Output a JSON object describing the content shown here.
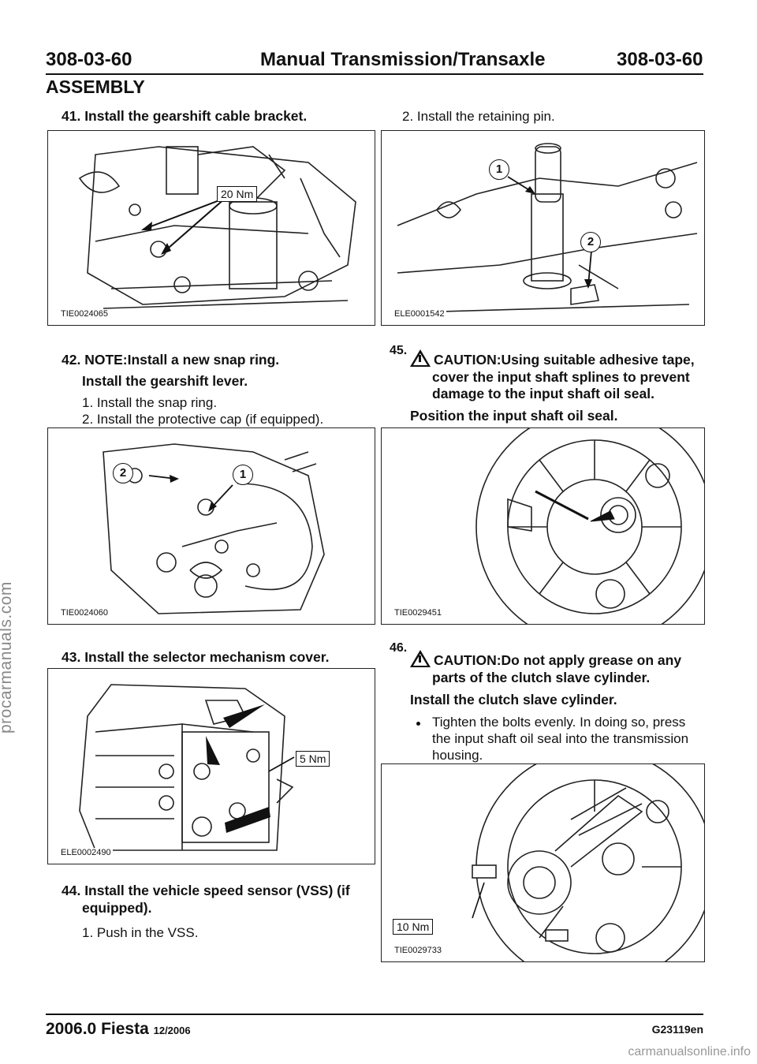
{
  "header": {
    "code_left": "308-03-60",
    "title": "Manual Transmission/Transaxle",
    "code_right": "308-03-60",
    "section": "ASSEMBLY"
  },
  "steps": {
    "s41": {
      "title": "41. Install the gearshift cable bracket.",
      "figure": "TIE0024065",
      "torque": "20 Nm"
    },
    "s41_2": {
      "text": "2. Install the retaining pin.",
      "figure": "ELE0001542",
      "callouts": [
        "1",
        "2"
      ]
    },
    "s42": {
      "note": "42. NOTE:Install a new snap ring.",
      "title": "Install the gearshift lever.",
      "items": [
        "1. Install the snap ring.",
        "2. Install the protective cap (if equipped)."
      ],
      "figure": "TIE0024060",
      "callouts": [
        "2",
        "1"
      ]
    },
    "s45": {
      "num": "45.",
      "caution": "CAUTION:Using suitable adhesive tape,",
      "caution2": "cover the input shaft splines to prevent",
      "caution3": "damage to the input shaft oil seal.",
      "title": "Position the input shaft oil seal.",
      "figure": "TIE0029451"
    },
    "s43": {
      "title": "43. Install the selector mechanism cover.",
      "figure": "ELE0002490",
      "torque": "5 Nm"
    },
    "s46": {
      "num": "46.",
      "caution": "CAUTION:Do not apply grease on any",
      "caution2": "parts of the clutch slave cylinder.",
      "title": "Install the clutch slave cylinder.",
      "bullet1": "Tighten the bolts evenly. In doing so, press",
      "bullet2": "the input shaft oil seal into the transmission",
      "bullet3": "housing.",
      "figure": "TIE0029733",
      "torque": "10 Nm"
    },
    "s44": {
      "title1": "44. Install the vehicle speed sensor (VSS) (if",
      "title2": "equipped).",
      "item": "1. Push in the VSS."
    }
  },
  "footer": {
    "model": "2006.0 Fiesta",
    "date": "12/2006",
    "code": "G23119en"
  },
  "watermarks": {
    "side": "procarmanuals.com",
    "bottom": "carmanualsonline.info"
  }
}
